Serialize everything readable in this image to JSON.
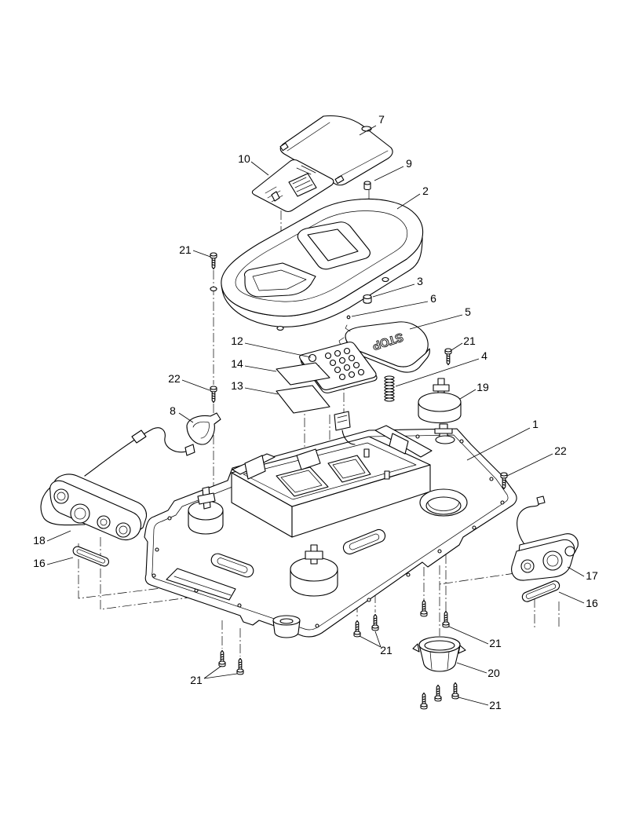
{
  "diagram": {
    "callouts": [
      "7",
      "10",
      "9",
      "2",
      "21",
      "3",
      "6",
      "5",
      "12",
      "21",
      "14",
      "4",
      "22",
      "13",
      "19",
      "8",
      "1",
      "22",
      "18",
      "16",
      "17",
      "16",
      "21",
      "21",
      "20",
      "21",
      "21"
    ],
    "part_lettering": {
      "stop_button": "STOP"
    }
  },
  "colors": {
    "line": "#000000",
    "background": "#ffffff"
  }
}
